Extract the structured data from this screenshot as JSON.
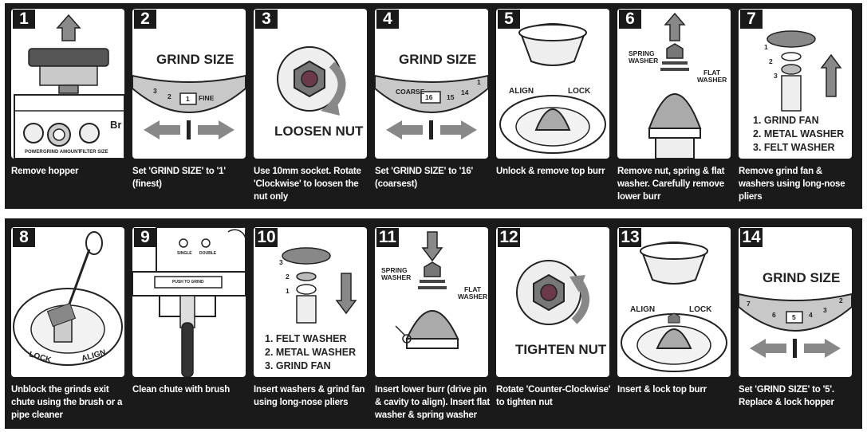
{
  "steps": [
    {
      "num": "1",
      "caption": "Remove hopper",
      "labels": {
        "brand": "Br",
        "power": "POWER",
        "grind_amount": "GRIND AMOUNT",
        "filter_size": "FILTER SIZE"
      }
    },
    {
      "num": "2",
      "caption": "Set 'GRIND SIZE' to '1' (finest)",
      "labels": {
        "title": "GRIND SIZE",
        "dial_3": "3",
        "dial_2": "2",
        "dial_value": "1",
        "dial_fine": "FINE"
      }
    },
    {
      "num": "3",
      "caption": "Use 10mm socket. Rotate 'Clockwise' to loosen the nut only",
      "labels": {
        "action": "LOOSEN NUT"
      }
    },
    {
      "num": "4",
      "caption": "Set 'GRIND SIZE' to '16' (coarsest)",
      "labels": {
        "title": "GRIND SIZE",
        "dial_coarse": "COARSE",
        "dial_value": "16",
        "dial_15": "15",
        "dial_14": "14",
        "dial_1": "1"
      }
    },
    {
      "num": "5",
      "caption": "Unlock & remove top burr",
      "labels": {
        "align": "ALIGN",
        "lock": "LOCK"
      }
    },
    {
      "num": "6",
      "caption": "Remove nut, spring & flat washer. Carefully remove lower burr",
      "labels": {
        "spring_washer_1": "SPRING",
        "spring_washer_2": "WASHER",
        "flat_washer_1": "FLAT",
        "flat_washer_2": "WASHER"
      }
    },
    {
      "num": "7",
      "caption": "Remove grind fan & washers using long-nose pliers",
      "labels": {
        "m1": "1",
        "m2": "2",
        "m3": "3",
        "list_1": "1. GRIND FAN",
        "list_2": "2. METAL WASHER",
        "list_3": "3. FELT WASHER"
      }
    },
    {
      "num": "8",
      "caption": "Unblock the grinds exit chute using the brush or a pipe cleaner",
      "labels": {
        "lock": "LOCK",
        "align": "ALIGN"
      }
    },
    {
      "num": "9",
      "caption": "Clean chute with brush",
      "labels": {
        "single": "SINGLE",
        "double": "DOUBLE",
        "push": "PUSH TO GRIND"
      }
    },
    {
      "num": "10",
      "caption": "Insert washers & grind fan using long-nose pliers",
      "labels": {
        "m3": "3",
        "m2": "2",
        "m1": "1",
        "list_1": "1. FELT WASHER",
        "list_2": "2. METAL WASHER",
        "list_3": "3. GRIND FAN"
      }
    },
    {
      "num": "11",
      "caption": "Insert lower burr (drive pin & cavity to align). Insert flat washer & spring washer",
      "labels": {
        "spring_washer_1": "SPRING",
        "spring_washer_2": "WASHER",
        "flat_washer_1": "FLAT",
        "flat_washer_2": "WASHER"
      }
    },
    {
      "num": "12",
      "caption": "Rotate 'Counter-Clockwise' to tighten nut",
      "labels": {
        "action": "TIGHTEN NUT"
      }
    },
    {
      "num": "13",
      "caption": "Insert & lock top burr",
      "labels": {
        "align": "ALIGN",
        "lock": "LOCK"
      }
    },
    {
      "num": "14",
      "caption": "Set 'GRIND SIZE' to '5'. Replace & lock hopper",
      "labels": {
        "title": "GRIND SIZE",
        "dial_7": "7",
        "dial_6": "6",
        "dial_value": "5",
        "dial_4": "4",
        "dial_3": "3",
        "dial_2": "2"
      }
    }
  ],
  "colors": {
    "band": "#1a1a1a",
    "card": "#ffffff",
    "ink": "#222222",
    "shade": "#888888",
    "light": "#c8c8c8",
    "nut_accent": "#6b3a4a"
  }
}
